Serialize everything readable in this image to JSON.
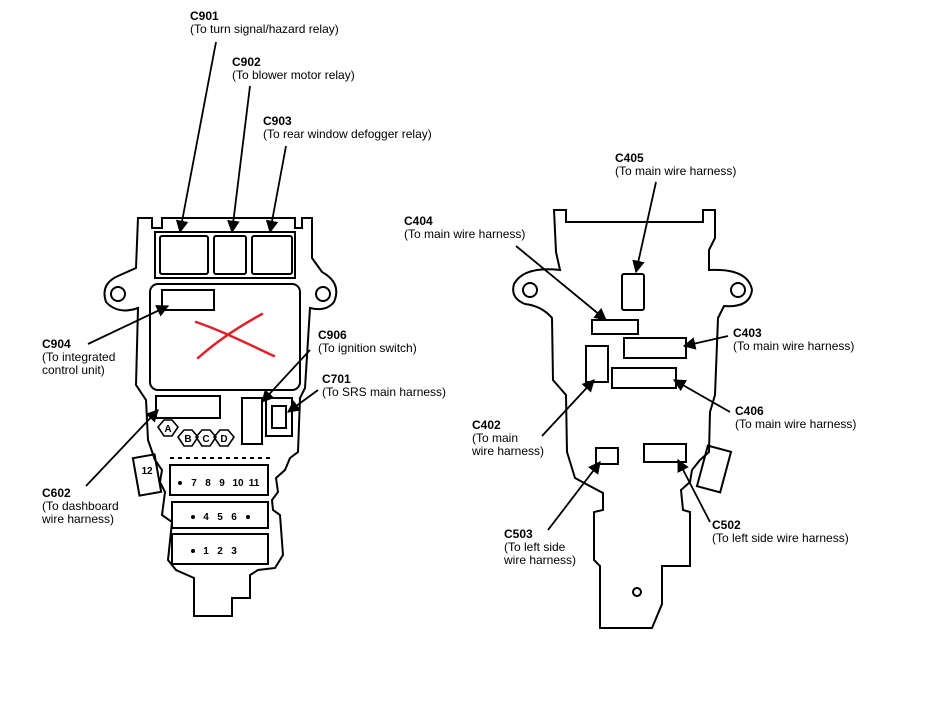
{
  "left_panel": {
    "callouts": {
      "c901": {
        "code": "C901",
        "lines": [
          "(To turn signal/hazard relay)"
        ]
      },
      "c902": {
        "code": "C902",
        "lines": [
          "(To blower motor relay)"
        ]
      },
      "c903": {
        "code": "C903",
        "lines": [
          "(To rear window defogger relay)"
        ]
      },
      "c904": {
        "code": "C904",
        "lines": [
          "(To integrated",
          "control unit)"
        ]
      },
      "c906": {
        "code": "C906",
        "lines": [
          "(To ignition switch)"
        ]
      },
      "c701": {
        "code": "C701",
        "lines": [
          "(To SRS main harness)"
        ]
      },
      "c602": {
        "code": "C602",
        "lines": [
          "(To dashboard",
          "wire harness)"
        ]
      }
    },
    "connector_letters": [
      "A",
      "B",
      "C",
      "D"
    ],
    "side_plug_label": "12",
    "fuse_rows": [
      [
        "7",
        "8",
        "9",
        "10",
        "11"
      ],
      [
        "4",
        "5",
        "6"
      ],
      [
        "1",
        "2",
        "3"
      ]
    ],
    "cross_mark_color": "#e0202a"
  },
  "right_panel": {
    "callouts": {
      "c405": {
        "code": "C405",
        "lines": [
          "(To main wire harness)"
        ]
      },
      "c404": {
        "code": "C404",
        "lines": [
          "(To main wire harness)"
        ]
      },
      "c403": {
        "code": "C403",
        "lines": [
          "(To main wire harness)"
        ]
      },
      "c402": {
        "code": "C402",
        "lines": [
          "(To main",
          "wire harness)"
        ]
      },
      "c406": {
        "code": "C406",
        "lines": [
          "(To main wire harness)"
        ]
      },
      "c503": {
        "code": "C503",
        "lines": [
          "(To left side",
          "wire harness)"
        ]
      },
      "c502": {
        "code": "C502",
        "lines": [
          "(To left side wire harness)"
        ]
      }
    }
  }
}
